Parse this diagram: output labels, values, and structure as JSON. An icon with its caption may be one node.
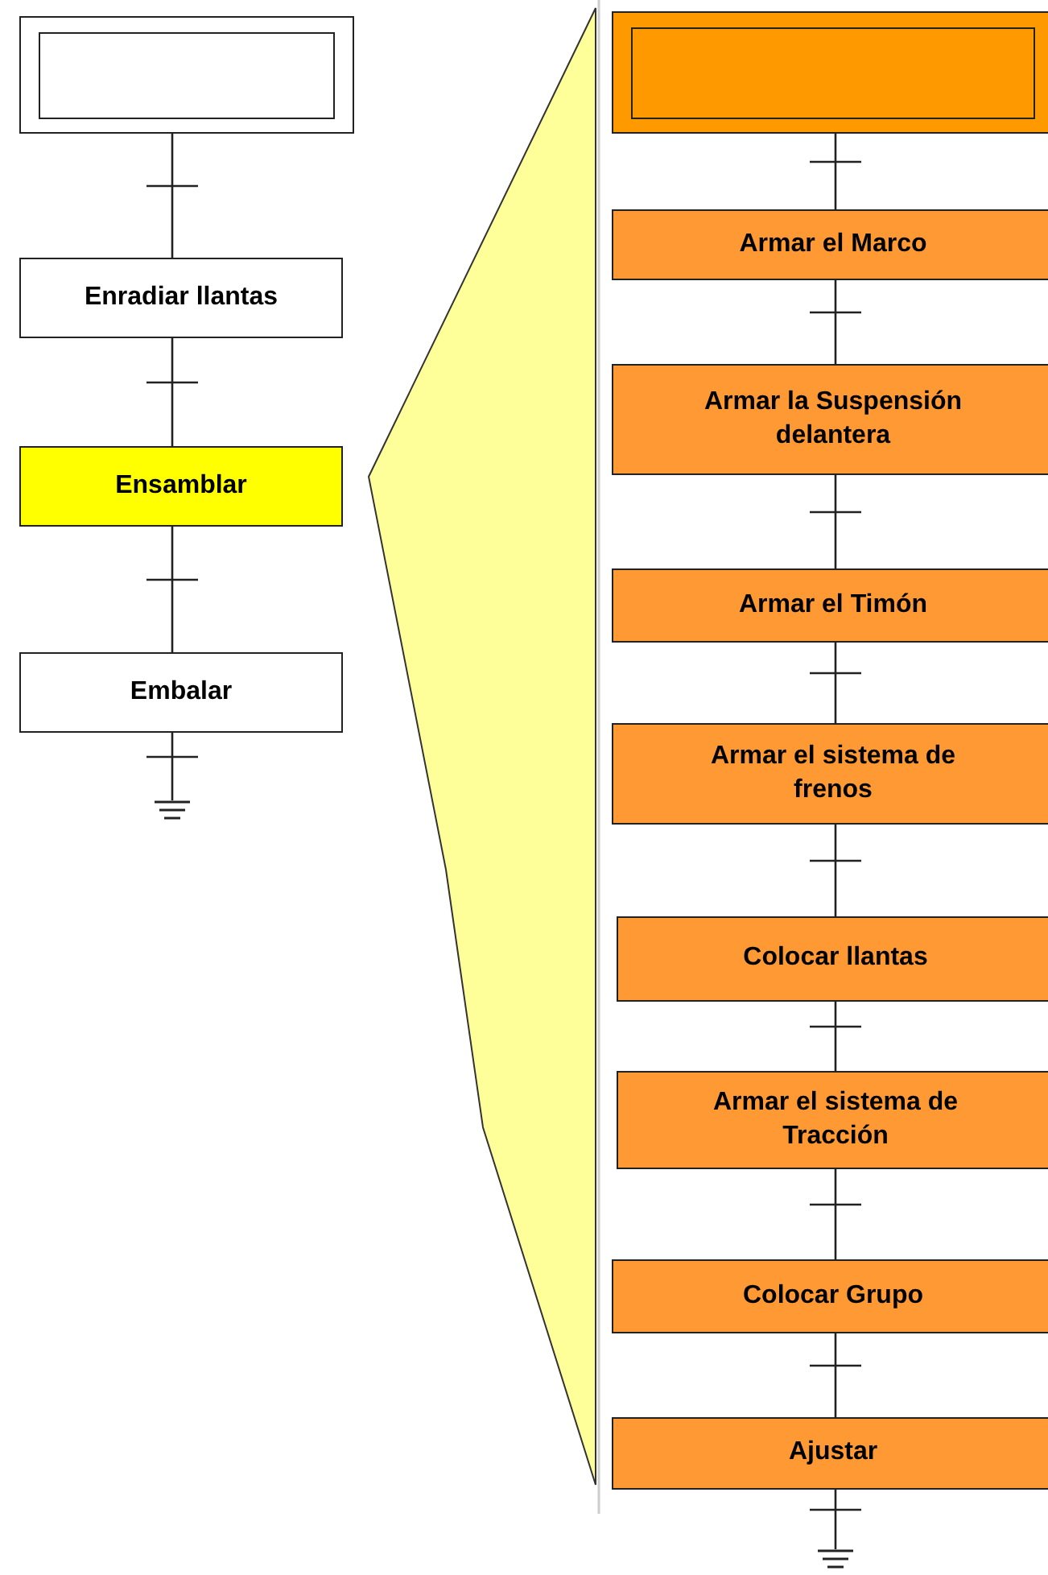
{
  "diagram": {
    "nodes": [
      {
        "text": [],
        "shape": "box"
      },
      {
        "text": [
          "Enradiar llantas"
        ]
      },
      {
        "text": [
          "Ensamblar"
        ]
      },
      {
        "text": [
          "Embalar"
        ]
      },
      {
        "text": [],
        "shape": "box"
      },
      {
        "text": [
          "Armar el Marco"
        ]
      },
      {
        "text": [
          "Armar la Suspensión delantera"
        ]
      },
      {
        "text": [
          "Armar el Timón"
        ]
      },
      {
        "text": [
          "Armar el sistema de frenos"
        ]
      },
      {
        "text": [
          "Colocar llantas"
        ]
      },
      {
        "text": [
          "Armar el sistema de Tracción"
        ]
      },
      {
        "text": [
          "Colocar Grupo"
        ]
      },
      {
        "text": [
          "Ajustar"
        ]
      },
      {
        "text": [],
        "shape": "bar"
      },
      {
        "text": [],
        "shape": "bar"
      },
      {
        "text": [],
        "shape": "polygon"
      }
    ],
    "edges": [
      {
        "from": 0,
        "to": 1,
        "arrow": "none"
      },
      {
        "from": 1,
        "to": 2,
        "arrow": "none"
      },
      {
        "from": 2,
        "to": 3,
        "arrow": "none"
      },
      {
        "from": 3,
        "to": 13,
        "arrow": "none"
      },
      {
        "from": 4,
        "to": 5,
        "arrow": "none"
      },
      {
        "from": 5,
        "to": 6,
        "arrow": "none"
      },
      {
        "from": 6,
        "to": 7,
        "arrow": "none"
      },
      {
        "from": 7,
        "to": 8,
        "arrow": "none"
      },
      {
        "from": 8,
        "to": 9,
        "arrow": "none"
      },
      {
        "from": 9,
        "to": 10,
        "arrow": "none"
      },
      {
        "from": 10,
        "to": 11,
        "arrow": "none"
      },
      {
        "from": 11,
        "to": 12,
        "arrow": "none"
      },
      {
        "from": 12,
        "to": 14,
        "arrow": "none"
      }
    ]
  }
}
